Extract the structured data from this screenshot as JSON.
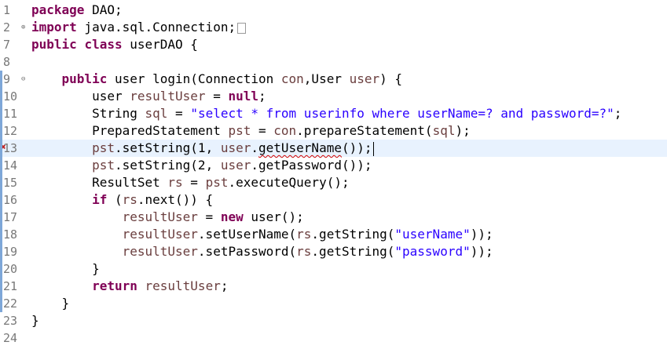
{
  "editor": {
    "lines": [
      {
        "num": "1",
        "tokens": [
          {
            "t": "package",
            "c": "kw"
          },
          {
            "t": " DAO;",
            "c": ""
          }
        ]
      },
      {
        "num": "2",
        "fold": "⊕",
        "collapsed": true,
        "tokens": [
          {
            "t": "import",
            "c": "kw"
          },
          {
            "t": " java.sql.Connection;",
            "c": ""
          }
        ]
      },
      {
        "num": "7",
        "tokens": [
          {
            "t": "public",
            "c": "kw"
          },
          {
            "t": " ",
            "c": ""
          },
          {
            "t": "class",
            "c": "kw"
          },
          {
            "t": " userDAO {",
            "c": ""
          }
        ]
      },
      {
        "num": "8",
        "tokens": []
      },
      {
        "num": "9",
        "fold": "⊖",
        "tokens": [
          {
            "t": "    ",
            "c": ""
          },
          {
            "t": "public",
            "c": "kw"
          },
          {
            "t": " user login(Connection ",
            "c": ""
          },
          {
            "t": "con",
            "c": "var"
          },
          {
            "t": ",User ",
            "c": ""
          },
          {
            "t": "user",
            "c": "var"
          },
          {
            "t": ") {",
            "c": ""
          }
        ]
      },
      {
        "num": "10",
        "tokens": [
          {
            "t": "        user ",
            "c": ""
          },
          {
            "t": "resultUser",
            "c": "var"
          },
          {
            "t": " = ",
            "c": ""
          },
          {
            "t": "null",
            "c": "kw"
          },
          {
            "t": ";",
            "c": ""
          }
        ]
      },
      {
        "num": "11",
        "tokens": [
          {
            "t": "        String ",
            "c": ""
          },
          {
            "t": "sql",
            "c": "var"
          },
          {
            "t": " = ",
            "c": ""
          },
          {
            "t": "\"select * from userinfo where userName=? and password=?\"",
            "c": "str"
          },
          {
            "t": ";",
            "c": ""
          }
        ]
      },
      {
        "num": "12",
        "tokens": [
          {
            "t": "        PreparedStatement ",
            "c": ""
          },
          {
            "t": "pst",
            "c": "var"
          },
          {
            "t": " = ",
            "c": ""
          },
          {
            "t": "con",
            "c": "var"
          },
          {
            "t": ".prepareStatement(",
            "c": ""
          },
          {
            "t": "sql",
            "c": "var"
          },
          {
            "t": ");",
            "c": ""
          }
        ]
      },
      {
        "num": "13",
        "current": true,
        "error": true,
        "tokens": [
          {
            "t": "        ",
            "c": ""
          },
          {
            "t": "pst",
            "c": "var"
          },
          {
            "t": ".setString(1, ",
            "c": ""
          },
          {
            "t": "user",
            "c": "var"
          },
          {
            "t": ".",
            "c": ""
          },
          {
            "t": "getUserName",
            "c": "squiggle"
          },
          {
            "t": "());",
            "c": ""
          }
        ]
      },
      {
        "num": "14",
        "tokens": [
          {
            "t": "        ",
            "c": ""
          },
          {
            "t": "pst",
            "c": "var"
          },
          {
            "t": ".setString(2, ",
            "c": ""
          },
          {
            "t": "user",
            "c": "var"
          },
          {
            "t": ".getPassword());",
            "c": ""
          }
        ]
      },
      {
        "num": "15",
        "tokens": [
          {
            "t": "        ResultSet ",
            "c": ""
          },
          {
            "t": "rs",
            "c": "var"
          },
          {
            "t": " = ",
            "c": ""
          },
          {
            "t": "pst",
            "c": "var"
          },
          {
            "t": ".executeQuery();",
            "c": ""
          }
        ]
      },
      {
        "num": "16",
        "tokens": [
          {
            "t": "        ",
            "c": ""
          },
          {
            "t": "if",
            "c": "kw"
          },
          {
            "t": " (",
            "c": ""
          },
          {
            "t": "rs",
            "c": "var"
          },
          {
            "t": ".next()) {",
            "c": ""
          }
        ]
      },
      {
        "num": "17",
        "tokens": [
          {
            "t": "            ",
            "c": ""
          },
          {
            "t": "resultUser",
            "c": "var"
          },
          {
            "t": " = ",
            "c": ""
          },
          {
            "t": "new",
            "c": "kw"
          },
          {
            "t": " user();",
            "c": ""
          }
        ]
      },
      {
        "num": "18",
        "tokens": [
          {
            "t": "            ",
            "c": ""
          },
          {
            "t": "resultUser",
            "c": "var"
          },
          {
            "t": ".setUserName(",
            "c": ""
          },
          {
            "t": "rs",
            "c": "var"
          },
          {
            "t": ".getString(",
            "c": ""
          },
          {
            "t": "\"userName\"",
            "c": "str"
          },
          {
            "t": "));",
            "c": ""
          }
        ]
      },
      {
        "num": "19",
        "tokens": [
          {
            "t": "            ",
            "c": ""
          },
          {
            "t": "resultUser",
            "c": "var"
          },
          {
            "t": ".setPassword(",
            "c": ""
          },
          {
            "t": "rs",
            "c": "var"
          },
          {
            "t": ".getString(",
            "c": ""
          },
          {
            "t": "\"password\"",
            "c": "str"
          },
          {
            "t": "));",
            "c": ""
          }
        ]
      },
      {
        "num": "20",
        "tokens": [
          {
            "t": "        }",
            "c": ""
          }
        ]
      },
      {
        "num": "21",
        "tokens": [
          {
            "t": "        ",
            "c": ""
          },
          {
            "t": "return",
            "c": "kw"
          },
          {
            "t": " ",
            "c": ""
          },
          {
            "t": "resultUser",
            "c": "var"
          },
          {
            "t": ";",
            "c": ""
          }
        ]
      },
      {
        "num": "22",
        "tokens": [
          {
            "t": "    }",
            "c": ""
          }
        ]
      },
      {
        "num": "23",
        "tokens": [
          {
            "t": "}",
            "c": ""
          }
        ]
      },
      {
        "num": "24",
        "tokens": []
      }
    ],
    "colors": {
      "keyword": "#7f0055",
      "string": "#2a00ff",
      "local_variable": "#6a3e3e",
      "current_line": "#e8f2fe",
      "line_number": "#787878",
      "error": "#d00000"
    },
    "icons": {
      "fold_expand": "plus-circle-icon",
      "fold_collapse": "minus-circle-icon",
      "error_marker": "error-icon"
    }
  }
}
